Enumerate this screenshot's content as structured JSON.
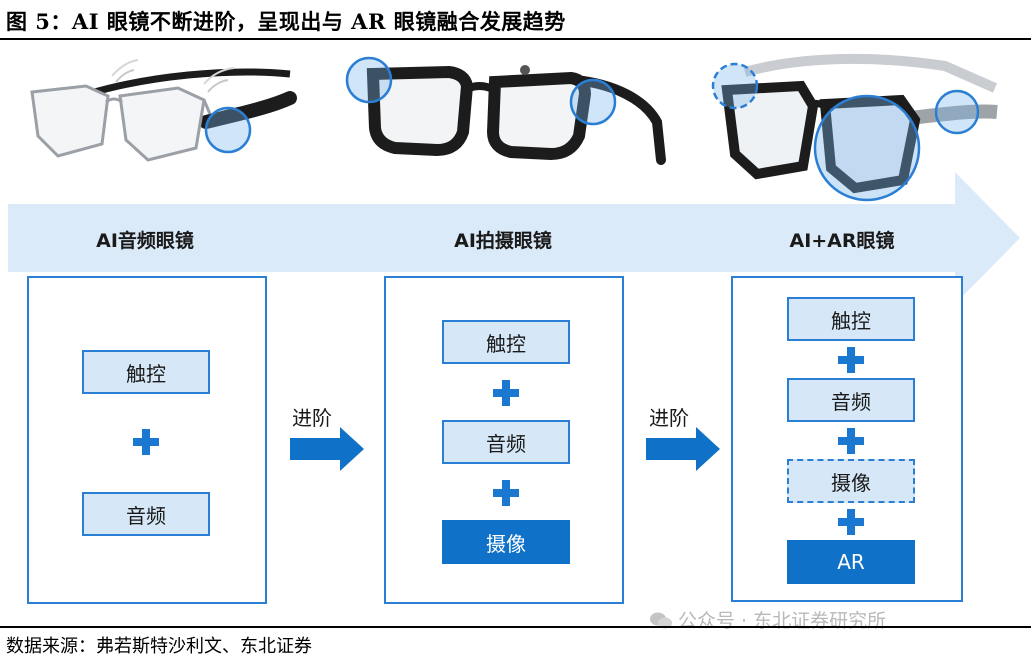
{
  "title": "图 5：AI 眼镜不断进阶，呈现出与 AR 眼镜融合发展趋势",
  "source": "数据来源：弗若斯特沙利文、东北证券",
  "watermark": "公众号 · 东北证券研究所",
  "stages": [
    {
      "label": "AI音频眼镜",
      "features": [
        "触控",
        "音频"
      ]
    },
    {
      "label": "AI拍摄眼镜",
      "features": [
        "触控",
        "音频",
        "摄像"
      ]
    },
    {
      "label": "AI+AR眼镜",
      "features": [
        "触控",
        "音频",
        "摄像",
        "AR"
      ]
    }
  ],
  "advance_label": "进阶",
  "colors": {
    "accent": "#0f72c8",
    "light": "#d6e8f7",
    "arrow_band": "#dbeaf8"
  }
}
